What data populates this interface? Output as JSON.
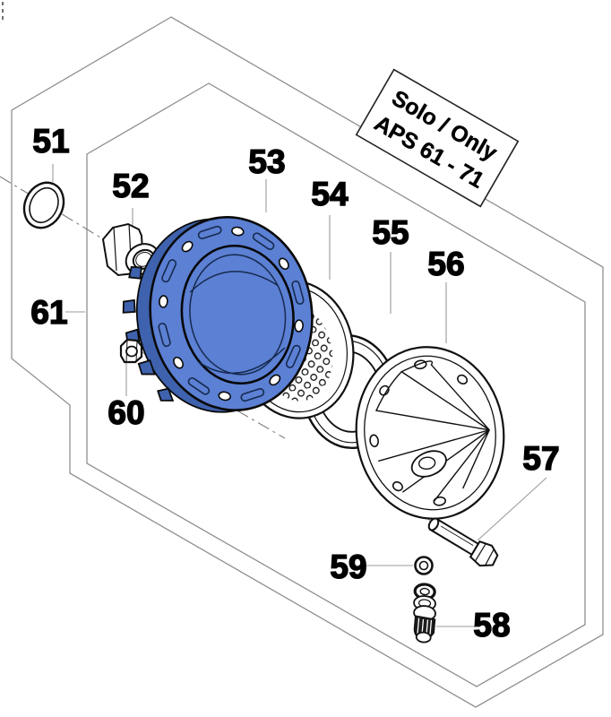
{
  "note": {
    "line1": "Solo / Only",
    "line2": "APS 61 - 71"
  },
  "parts": [
    {
      "label": "51"
    },
    {
      "label": "52"
    },
    {
      "label": "53"
    },
    {
      "label": "54"
    },
    {
      "label": "55"
    },
    {
      "label": "56"
    },
    {
      "label": "57"
    },
    {
      "label": "58"
    },
    {
      "label": "59"
    },
    {
      "label": "60"
    },
    {
      "label": "61"
    }
  ],
  "colors": {
    "flange_blue": "#5b80d4",
    "flange_blue_dark": "#3f62ae",
    "detail_navy": "#16294e",
    "frame_gray": "#8f8f8f",
    "leader_gray": "#9b9b9b",
    "axis_gray": "#7f7f7f"
  }
}
